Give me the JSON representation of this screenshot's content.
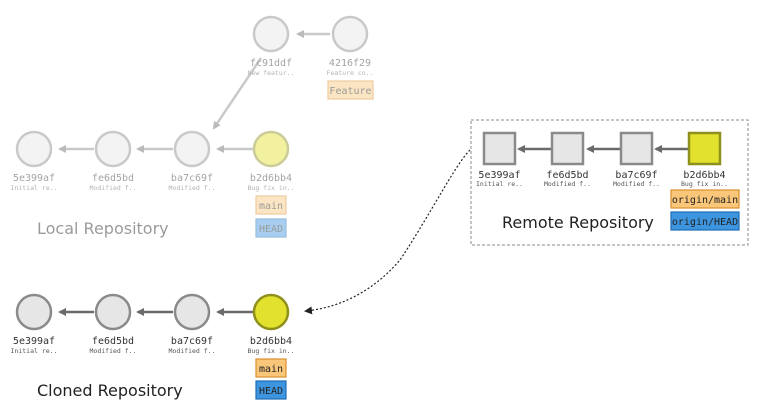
{
  "colors": {
    "node_fill": "#e6e6e6",
    "node_stroke": "#8a8a8a",
    "head_fill": "#e2e22e",
    "head_stroke": "#8f8f1c",
    "branch_fill": "#f9c67a",
    "branch_stroke": "#d9902e",
    "head_ref_fill": "#3d95df",
    "head_ref_stroke": "#1f6db3",
    "faded_opacity": "0.45"
  },
  "local": {
    "title": "Local Repository",
    "commits": [
      {
        "hash": "5e399af",
        "msg": "Initial re.."
      },
      {
        "hash": "fe6d5bd",
        "msg": "Modified f.."
      },
      {
        "hash": "ba7c69f",
        "msg": "Modified f.."
      },
      {
        "hash": "b2d6bb4",
        "msg": "Bug fix in.."
      }
    ],
    "feature_commits": [
      {
        "hash": "fc91ddf",
        "msg": "New featur.."
      },
      {
        "hash": "4216f29",
        "msg": "Feature co.."
      }
    ],
    "refs": {
      "feature": "Feature",
      "main": "main",
      "head": "HEAD"
    }
  },
  "remote": {
    "title": "Remote Repository",
    "commits": [
      {
        "hash": "5e399af",
        "msg": "Initial re.."
      },
      {
        "hash": "fe6d5bd",
        "msg": "Modified f.."
      },
      {
        "hash": "ba7c69f",
        "msg": "Modified f.."
      },
      {
        "hash": "b2d6bb4",
        "msg": "Bug fix in.."
      }
    ],
    "refs": {
      "main": "origin/main",
      "head": "origin/HEAD"
    }
  },
  "cloned": {
    "title": "Cloned Repository",
    "commits": [
      {
        "hash": "5e399af",
        "msg": "Initial re.."
      },
      {
        "hash": "fe6d5bd",
        "msg": "Modified f.."
      },
      {
        "hash": "ba7c69f",
        "msg": "Modified f.."
      },
      {
        "hash": "b2d6bb4",
        "msg": "Bug fix in.."
      }
    ],
    "refs": {
      "main": "main",
      "head": "HEAD"
    }
  }
}
